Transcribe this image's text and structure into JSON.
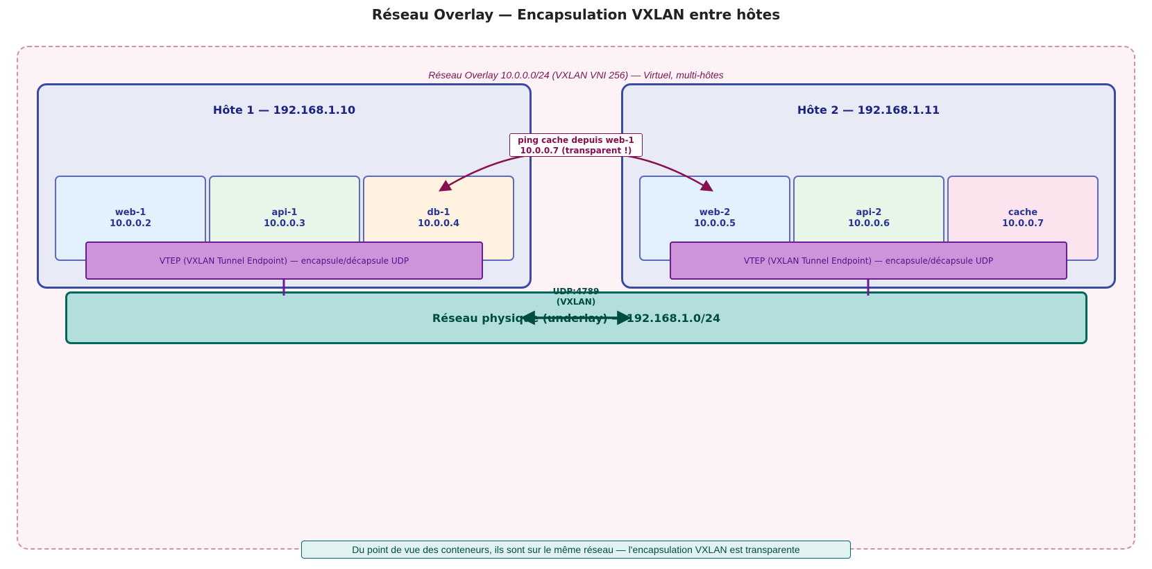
{
  "title": "Réseau Overlay — Encapsulation VXLAN entre hôtes",
  "overlay_label": "Réseau Overlay 10.0.0.0/24 (VXLAN VNI 256) — Virtuel, multi-hôtes",
  "hosts": [
    {
      "title": "Hôte 1 — 192.168.1.10",
      "containers": [
        {
          "name": "web-1",
          "ip": "10.0.0.2"
        },
        {
          "name": "api-1",
          "ip": "10.0.0.3"
        },
        {
          "name": "db-1",
          "ip": "10.0.0.4"
        }
      ],
      "vtep": "VTEP (VXLAN Tunnel Endpoint) — encapsule/décapsule UDP"
    },
    {
      "title": "Hôte 2 — 192.168.1.11",
      "containers": [
        {
          "name": "web-2",
          "ip": "10.0.0.5"
        },
        {
          "name": "api-2",
          "ip": "10.0.0.6"
        },
        {
          "name": "cache",
          "ip": "10.0.0.7"
        }
      ],
      "vtep": "VTEP (VXLAN Tunnel Endpoint) — encapsule/décapsule UDP"
    }
  ],
  "underlay": "Réseau physique (underlay) — 192.168.1.0/24",
  "udp_label": {
    "line1": "UDP:4789",
    "line2": "(VXLAN)"
  },
  "ping_label": {
    "line1": "ping cache depuis web-1",
    "line2": "10.0.0.7 (transparent !)"
  },
  "footer": "Du point de vue des conteneurs, ils sont sur le même réseau — l'encapsulation VXLAN est transparente",
  "colors": {
    "overlay_border": "#d291a8",
    "host_border": "#3a4aa0",
    "vtep_fill": "#ce93d8",
    "underlay_fill": "#b2dfdb",
    "ping_arrow": "#880e4f",
    "tunnel_arrow": "#004d40"
  }
}
